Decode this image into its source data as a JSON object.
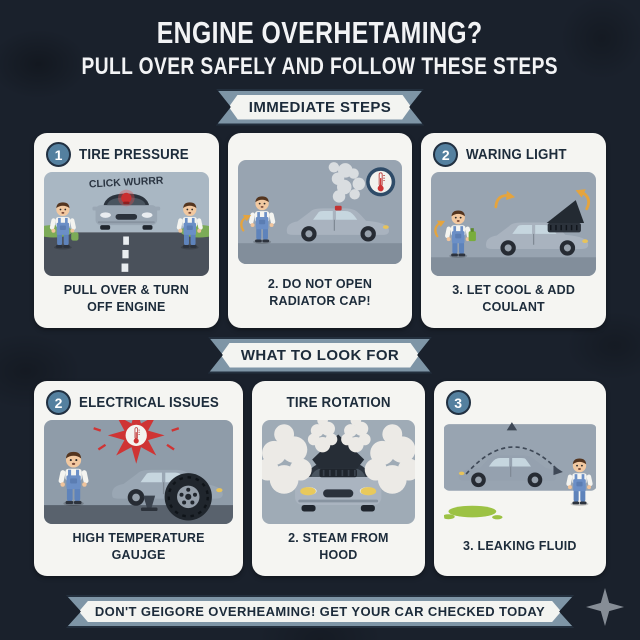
{
  "header": {
    "title": "ENGINE OVERHETAMING?",
    "subtitle": "PULL OVER SAFELY AND FOLLOW THESE STEPS"
  },
  "banners": {
    "top": "IMMEDIATE STEPS",
    "middle": "WHAT TO LOOK FOR",
    "footer": "DON'T GEIGORE OVERHEAMING! GET YOUR CAR CHECKED TODAY"
  },
  "cards": [
    {
      "badge": "1",
      "title": "TIRE PRESSURE",
      "overlay": "CLICK WURRR",
      "caption": "PULL OVER & TURN OFF ENGINE"
    },
    {
      "badge": "",
      "title": "",
      "caption": "2. DO NOT OPEN RADIATOR CAP!"
    },
    {
      "badge": "2",
      "title": "WARING LIGHT",
      "caption": "3. LET COOL & ADD COULANT"
    },
    {
      "badge": "2",
      "title": "ELECTRICAL ISSUES",
      "caption": "HIGH TEMPERATURE GAUJGE"
    },
    {
      "badge": "",
      "title": "TIRE ROTATION",
      "caption": "2. STEAM FROM HOOD"
    },
    {
      "badge": "3",
      "title": "",
      "caption": "3. LEAKING FLUID"
    }
  ],
  "colors": {
    "background": "#1a212c",
    "card": "#f5f5f2",
    "accent_blue": "#54809f",
    "navy_text": "#1d2c3b",
    "ribbon_edge": "#7e95a6",
    "alert_red": "#cf3434",
    "coolant_green": "#7fb43e",
    "arrow_orange": "#e5a43e",
    "scene_gray": "#98a4b1"
  }
}
